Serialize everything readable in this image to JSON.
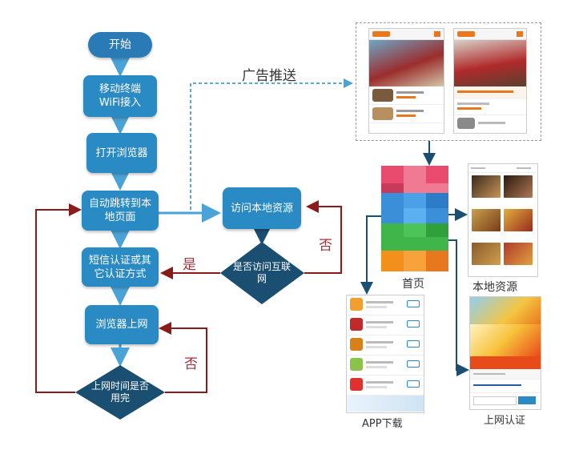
{
  "flow": {
    "start": "开始",
    "wifi": "移动终端\nWiFi接入",
    "browser": "打开浏览器",
    "redirect": "自动跳转到本\n地页面",
    "auth": "短信认证或其\n它认证方式",
    "surf": "浏览器上网",
    "timeout_decision": "上网时间是否\n用完",
    "local_access": "访问本地资源",
    "internet_decision": "是否访问互联\n网"
  },
  "labels": {
    "ad_push": "广告推送",
    "yes": "是",
    "no_internet": "否",
    "no_timeout": "否",
    "home": "首页",
    "local_resources": "本地资源",
    "app_download": "APP下载",
    "web_auth": "上网认证"
  },
  "colors": {
    "node": "#2a8ac4",
    "decision": "#1b4f72",
    "flow_arrow": "#4aa3d6",
    "return_arrow": "#8b1a1a",
    "dashed": "#2a8ac4"
  }
}
